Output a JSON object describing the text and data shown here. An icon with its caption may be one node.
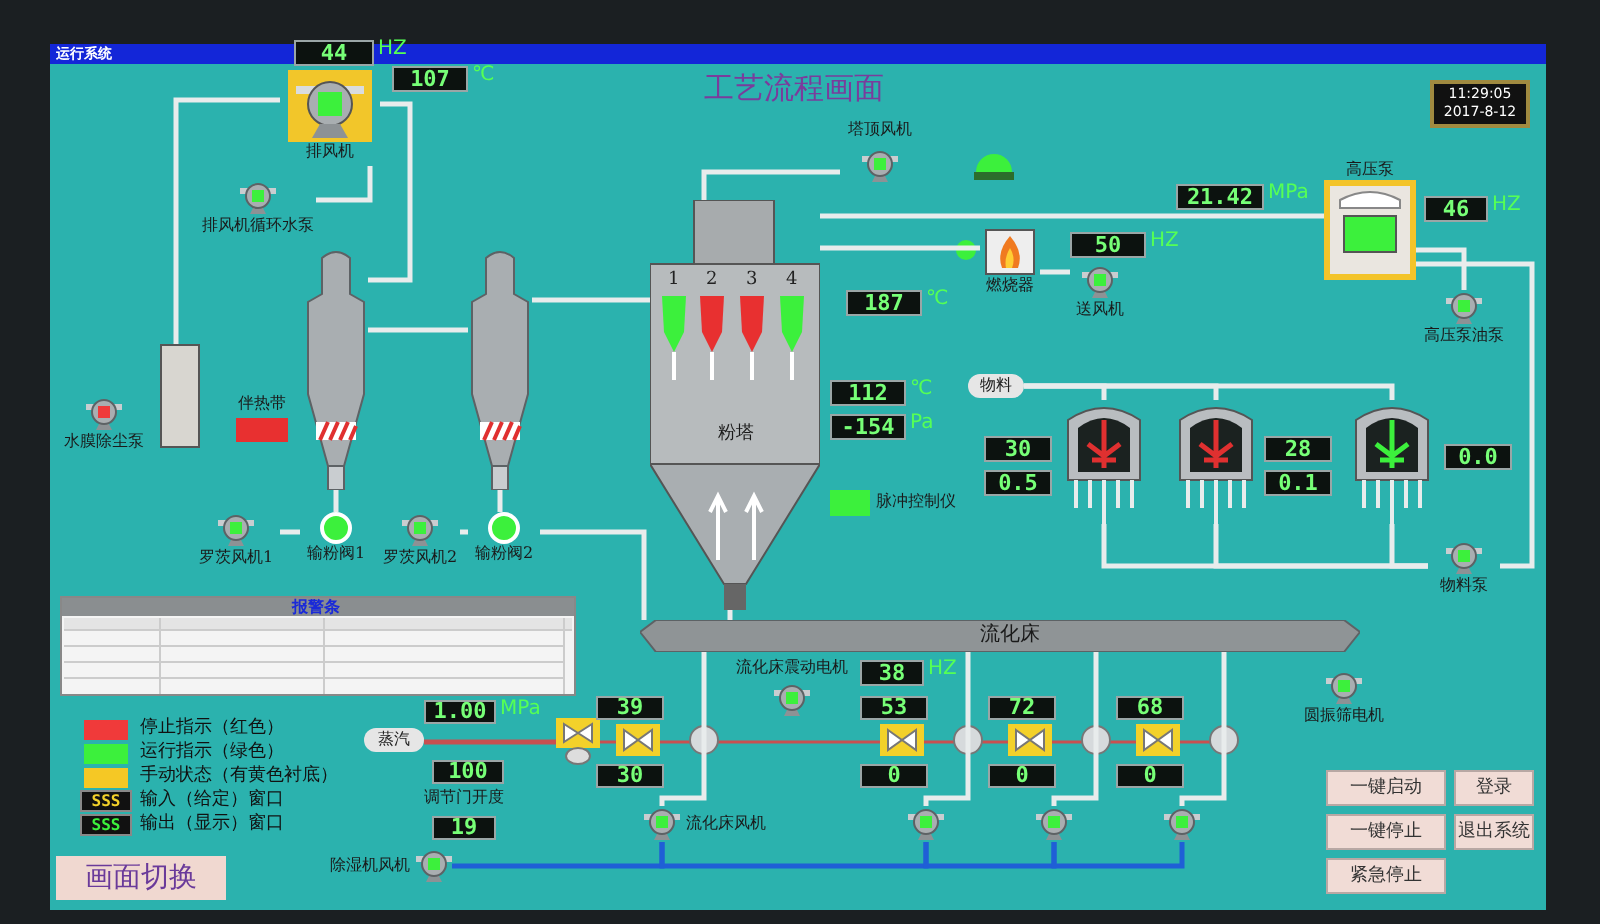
{
  "diagram": {
    "title": "工艺流程画面",
    "nodes": [
      {
        "text": [
          "44"
        ],
        "beside": [
          "HZ"
        ]
      },
      {
        "text": [
          "排风机"
        ]
      },
      {
        "text": [
          "107"
        ],
        "beside": [
          "℃"
        ]
      },
      {
        "text": [
          "排风机循环水泵"
        ]
      },
      {
        "text": [
          "水膜除尘泵"
        ]
      },
      {
        "text": [],
        "shape": "box"
      },
      {
        "text": [],
        "shape": "cylinder"
      },
      {
        "text": [],
        "shape": "cylinder"
      },
      {
        "text": [
          "伴热带"
        ]
      },
      {
        "text": [
          "输粉阀1"
        ]
      },
      {
        "text": [
          "输粉阀2"
        ]
      },
      {
        "text": [
          "罗茨风机1"
        ]
      },
      {
        "text": [
          "罗茨风机2"
        ]
      },
      {
        "text": [
          "粉塔"
        ]
      },
      {
        "text": [
          "塔顶风机"
        ]
      },
      {
        "text": [
          "燃烧器"
        ]
      },
      {
        "text": [
          "187"
        ],
        "beside": [
          "℃"
        ]
      },
      {
        "text": [
          "50"
        ],
        "beside": [
          "HZ"
        ]
      },
      {
        "text": [
          "送风机"
        ]
      },
      {
        "text": [
          "21.42"
        ],
        "beside": [
          "MPa"
        ]
      },
      {
        "text": [
          "高压泵"
        ]
      },
      {
        "text": [
          "46"
        ],
        "beside": [
          "HZ"
        ]
      },
      {
        "text": [
          "高压泵油泵"
        ]
      },
      {
        "text": [
          "112"
        ],
        "beside": [
          "℃"
        ]
      },
      {
        "text": [
          "-154"
        ],
        "beside": [
          "Pa"
        ]
      },
      {
        "text": [
          "物料"
        ]
      },
      {
        "text": [],
        "shape": "cylinder"
      },
      {
        "text": [],
        "shape": "cylinder"
      },
      {
        "text": [],
        "shape": "cylinder"
      },
      {
        "text": [
          "30"
        ]
      },
      {
        "text": [
          "0.5"
        ]
      },
      {
        "text": [
          "28"
        ]
      },
      {
        "text": [
          "0.1"
        ]
      },
      {
        "text": [
          "0.0"
        ]
      },
      {
        "text": [
          "物料泵"
        ]
      },
      {
        "text": [
          "脉冲控制仪"
        ]
      },
      {
        "text": [
          "流化床"
        ]
      },
      {
        "text": [
          "流化床震动电机"
        ]
      },
      {
        "text": [
          "38"
        ],
        "beside": [
          "HZ"
        ]
      },
      {
        "text": [
          "蒸汽"
        ]
      },
      {
        "text": [
          "1.00"
        ],
        "beside": [
          "MPa"
        ]
      },
      {
        "text": [
          "100"
        ]
      },
      {
        "text": [],
        "shape": "valve"
      },
      {
        "text": [
          "19"
        ]
      },
      {
        "text": [
          "除湿机风机"
        ]
      },
      {
        "text": [
          "39"
        ]
      },
      {
        "text": [
          "53"
        ]
      },
      {
        "text": [
          "72"
        ]
      },
      {
        "text": [
          "68"
        ]
      },
      {
        "text": [],
        "shape": "valve"
      },
      {
        "text": [],
        "shape": "valve"
      },
      {
        "text": [],
        "shape": "valve"
      },
      {
        "text": [],
        "shape": "valve"
      },
      {
        "text": [
          "30"
        ]
      },
      {
        "text": [
          "0"
        ]
      },
      {
        "text": [
          "0"
        ]
      },
      {
        "text": [
          "0"
        ]
      },
      {
        "text": [
          "流化床风机"
        ]
      },
      {
        "text": [],
        "shape": "picture"
      },
      {
        "text": [],
        "shape": "picture"
      },
      {
        "text": [],
        "shape": "picture"
      },
      {
        "text": [
          "圆振筛电机"
        ]
      },
      {
        "text": [
          "报警条"
        ]
      },
      {
        "text": [
          "一键启动"
        ]
      },
      {
        "text": [
          "登录"
        ]
      },
      {
        "text": [
          "一键停止"
        ]
      },
      {
        "text": [
          "退出系统"
        ]
      },
      {
        "text": [
          "紧急停止"
        ]
      },
      {
        "text": [
          "画面切换"
        ]
      },
      {
        "text": [
          "11:29:05",
          "2017-8-12"
        ]
      }
    ],
    "edges": [
      {
        "from": 1,
        "to": 5,
        "arrow": "none"
      },
      {
        "from": 3,
        "to": 1,
        "arrow": "none"
      },
      {
        "from": 1,
        "to": 6,
        "arrow": "none"
      },
      {
        "from": 6,
        "to": 7,
        "arrow": "none"
      },
      {
        "from": 13,
        "to": 7,
        "arrow": "none"
      },
      {
        "from": 14,
        "to": 13,
        "arrow": "none"
      },
      {
        "from": 15,
        "to": 13,
        "arrow": "none"
      },
      {
        "from": 18,
        "to": 15,
        "arrow": "none"
      },
      {
        "from": 20,
        "to": 13,
        "arrow": "none"
      },
      {
        "from": 20,
        "to": 22,
        "arrow": "none"
      },
      {
        "from": 34,
        "to": 20,
        "arrow": "none"
      },
      {
        "from": 25,
        "to": 26,
        "arrow": "none"
      },
      {
        "from": 25,
        "to": 27,
        "arrow": "none"
      },
      {
        "from": 25,
        "to": 28,
        "arrow": "none"
      },
      {
        "from": 26,
        "to": 34,
        "arrow": "none"
      },
      {
        "from": 27,
        "to": 34,
        "arrow": "none"
      },
      {
        "from": 28,
        "to": 34,
        "arrow": "none"
      },
      {
        "from": 13,
        "to": 36,
        "arrow": "none"
      },
      {
        "from": 10,
        "to": 36,
        "arrow": "none"
      },
      {
        "from": 6,
        "to": 9,
        "arrow": "none"
      },
      {
        "from": 7,
        "to": 10,
        "arrow": "none"
      },
      {
        "from": 11,
        "to": 9,
        "arrow": "none"
      },
      {
        "from": 12,
        "to": 10,
        "arrow": "none"
      },
      {
        "from": 39,
        "to": 42,
        "arrow": "none",
        "color": "#c85050"
      },
      {
        "from": 44,
        "to": 57,
        "arrow": "none",
        "color": "#1f5fd6"
      },
      {
        "from": 36,
        "to": 57,
        "arrow": "none"
      },
      {
        "from": 36,
        "to": 58,
        "arrow": "none"
      },
      {
        "from": 36,
        "to": 59,
        "arrow": "none"
      },
      {
        "from": 36,
        "to": 60,
        "arrow": "none"
      },
      {
        "from": 57,
        "to": 58,
        "arrow": "none",
        "color": "#1f5fd6"
      },
      {
        "from": 58,
        "to": 59,
        "arrow": "none",
        "color": "#1f5fd6"
      },
      {
        "from": 59,
        "to": 60,
        "arrow": "none",
        "color": "#1f5fd6"
      }
    ],
    "labels": [
      "运行系统",
      "1",
      "2",
      "3",
      "4",
      "SSS",
      "SSS",
      "调节门开度"
    ],
    "legend": [
      {
        "text": "停止指示（红色）",
        "color": "#f03a3a"
      },
      {
        "text": "运行指示（绿色）",
        "color": "#3cf03c"
      },
      {
        "text": "手动状态（有黄色衬底）",
        "color": "#f5c825"
      },
      {
        "text": "输入（给定）窗口"
      },
      {
        "text": "输出（显示）窗口"
      }
    ]
  }
}
